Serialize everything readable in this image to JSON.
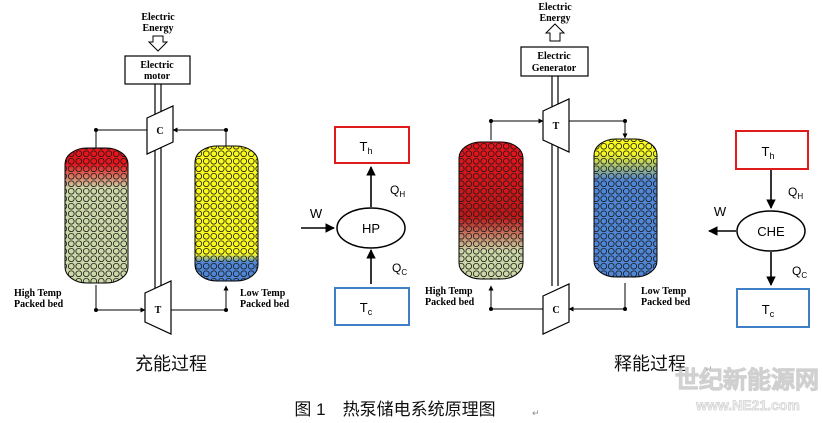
{
  "charging": {
    "energy_label": [
      "Electric",
      "Energy"
    ],
    "machine_label": [
      "Electric",
      "motor"
    ],
    "compressor": "C",
    "turbine": "T",
    "hot_bed_label": [
      "High Temp",
      "Packed bed"
    ],
    "cold_bed_label": [
      "Low Temp",
      "Packed bed"
    ],
    "caption": "充能过程"
  },
  "discharging": {
    "energy_label": [
      "Electric",
      "Energy"
    ],
    "machine_label": [
      "Electric",
      "Generator"
    ],
    "turbine": "T",
    "compressor": "C",
    "hot_bed_label": [
      "High Temp",
      "Packed bed"
    ],
    "cold_bed_label": [
      "Low Temp",
      "Packed bed"
    ],
    "caption": "释能过程"
  },
  "hp_cycle": {
    "hot": "T",
    "hot_sub": "h",
    "cold": "T",
    "cold_sub": "c",
    "engine": "HP",
    "work": "W",
    "qh": "Q",
    "qh_sub": "H",
    "qc": "Q",
    "qc_sub": "C"
  },
  "che_cycle": {
    "hot": "T",
    "hot_sub": "h",
    "cold": "T",
    "cold_sub": "c",
    "engine": "CHE",
    "work": "W",
    "qh": "Q",
    "qh_sub": "H",
    "qc": "Q",
    "qc_sub": "C"
  },
  "figure_caption": "图 1　热泵储电系统原理图",
  "watermark": {
    "title": "世纪新能源网",
    "url": "www.NE21.com"
  },
  "colors": {
    "hot": "#e8141c",
    "hot_deep": "#c01818",
    "ambient": "#cdd8a8",
    "yellow": "#fbfb1e",
    "blue": "#4f86d6",
    "box_red": "#e01b1b",
    "box_blue": "#3f7fc6"
  }
}
